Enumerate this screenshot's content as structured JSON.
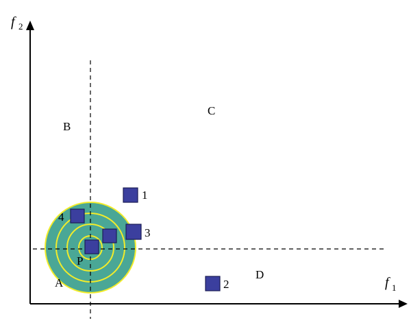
{
  "axes": {
    "x": {
      "symbol": "f",
      "subscript": "1"
    },
    "y": {
      "symbol": "f",
      "subscript": "2"
    }
  },
  "regions": {
    "a": "A",
    "b": "B",
    "c": "C",
    "d": "D"
  },
  "point_label": "P",
  "points": [
    {
      "label": "1"
    },
    {
      "label": "2"
    },
    {
      "label": "3"
    },
    {
      "label": "4"
    }
  ],
  "colors": {
    "ring_fill": "#4aa796",
    "ring_stroke": "#f2ec2a",
    "square_fill": "#3b3f9e"
  }
}
